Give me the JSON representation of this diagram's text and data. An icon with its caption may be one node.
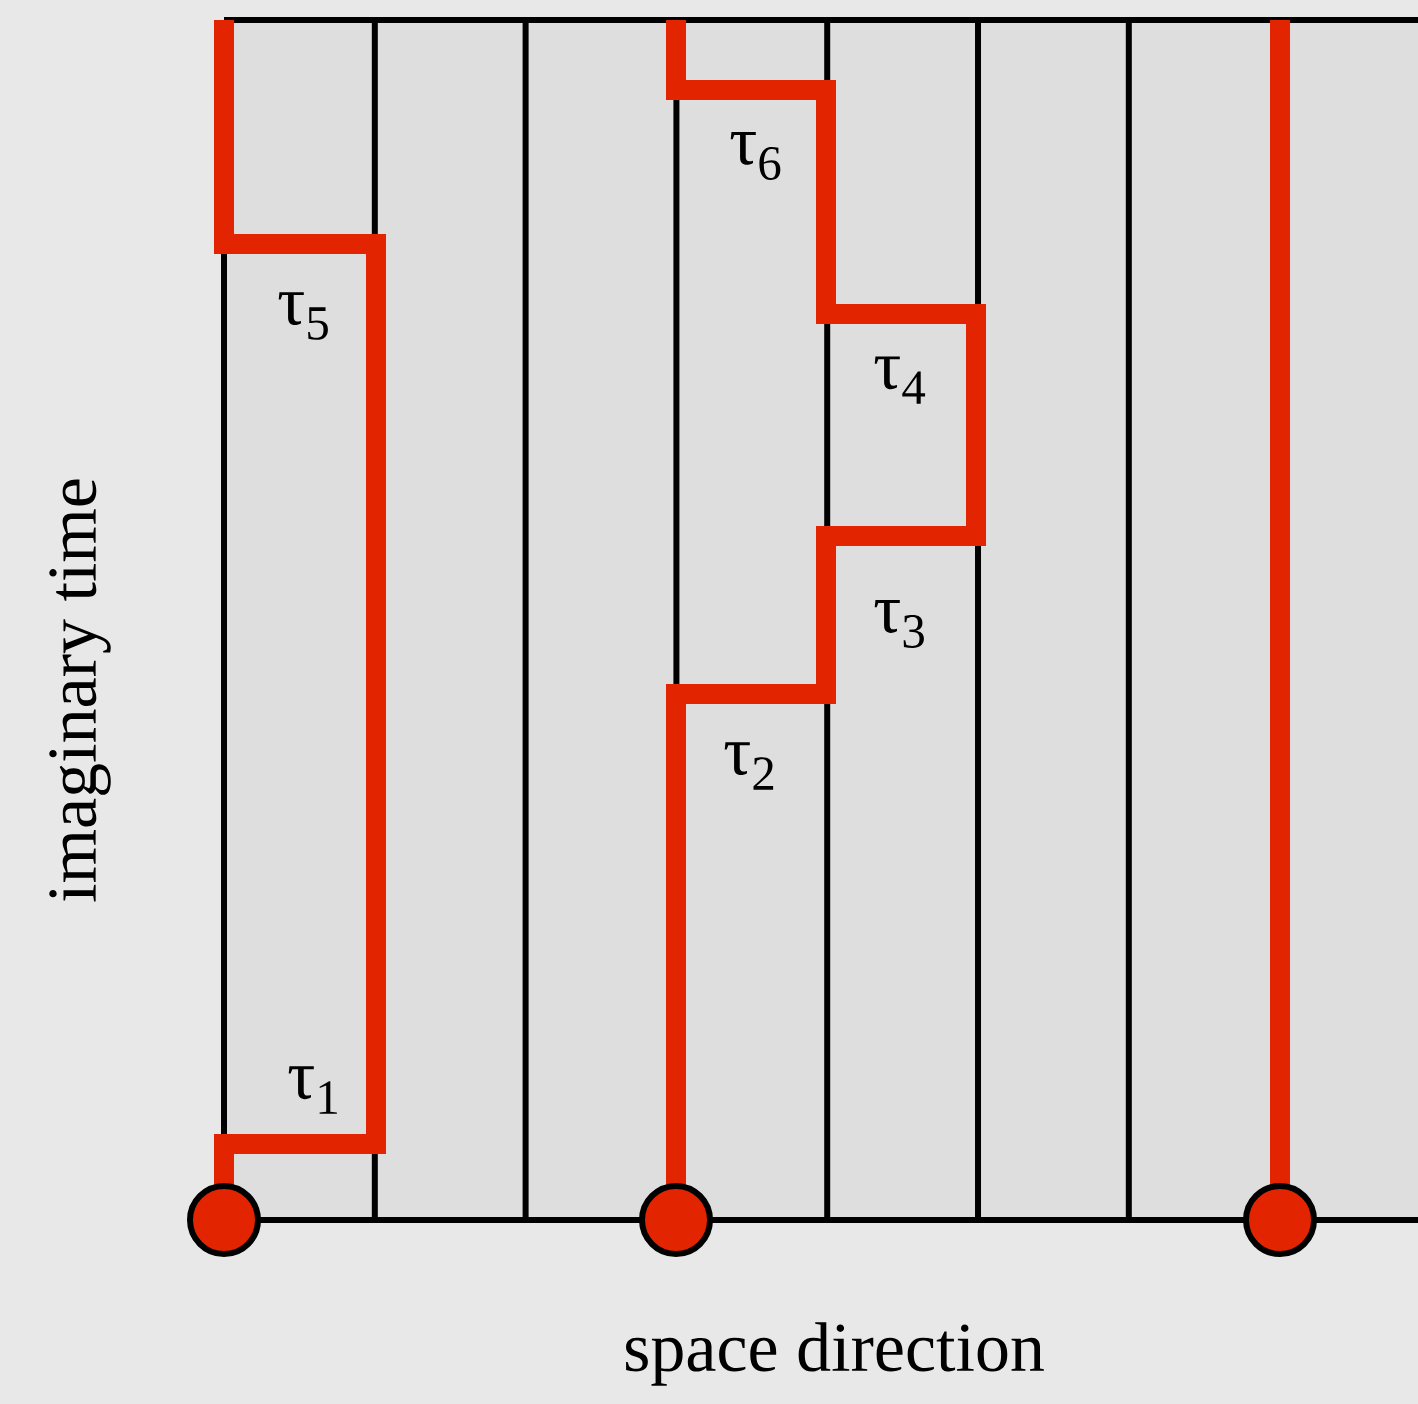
{
  "diagram": {
    "labels": [
      "τ$_{6}$",
      "τ$_{5}$",
      "τ$_{4}$",
      "τ$_{3}$",
      "τ$_{2}$",
      "τ$_{1}$",
      "imaginary time",
      "space direction"
    ]
  }
}
